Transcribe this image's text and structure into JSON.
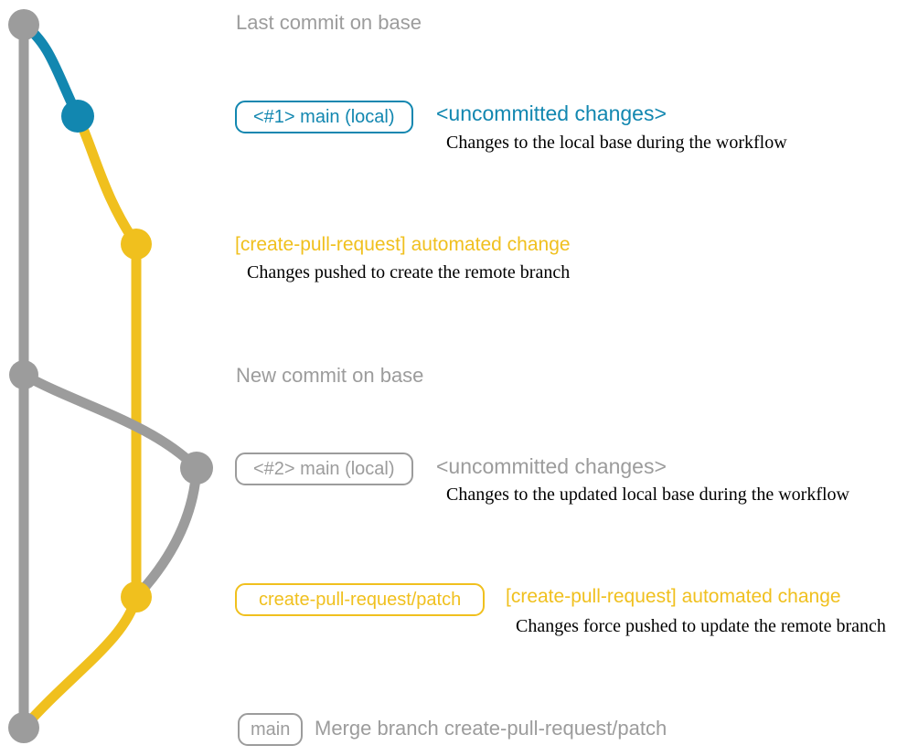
{
  "colors": {
    "gray": "#9c9c9c",
    "teal": "#1287b0",
    "yellow": "#f0c01e",
    "text_black": "#000000"
  },
  "headings": {
    "last_commit": "Last commit on base",
    "new_commit": "New commit on base"
  },
  "rows": {
    "main_local_1": {
      "badge": "<#1> main (local)",
      "status": "<uncommitted changes>",
      "description": "Changes to the local base during the workflow"
    },
    "automated_change_1": {
      "title": "[create-pull-request] automated change",
      "description": "Changes pushed to create the remote branch"
    },
    "main_local_2": {
      "badge": "<#2> main (local)",
      "status": "<uncommitted changes>",
      "description": "Changes to the updated local base during the workflow"
    },
    "automated_change_2": {
      "badge": "create-pull-request/patch",
      "title": "[create-pull-request] automated change",
      "description": "Changes force pushed to update the remote branch"
    },
    "merge": {
      "badge": "main",
      "message": "Merge branch create-pull-request/patch"
    }
  }
}
